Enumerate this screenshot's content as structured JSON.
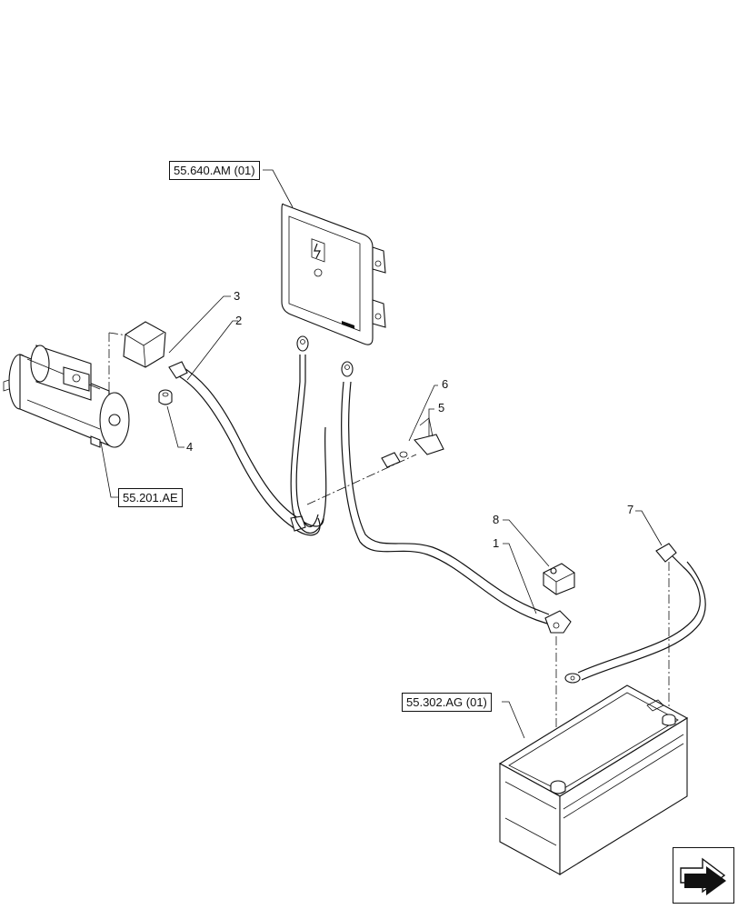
{
  "references": {
    "ecu": "55.640.AM (01)",
    "starter": "55.201.AE",
    "battery": "55.302.AG (01)"
  },
  "callouts": {
    "c1": "1",
    "c2": "2",
    "c3": "3",
    "c4": "4",
    "c5": "5",
    "c6": "6",
    "c7": "7",
    "c8": "8"
  },
  "icons": {
    "nav": "next-page-arrow-icon"
  }
}
